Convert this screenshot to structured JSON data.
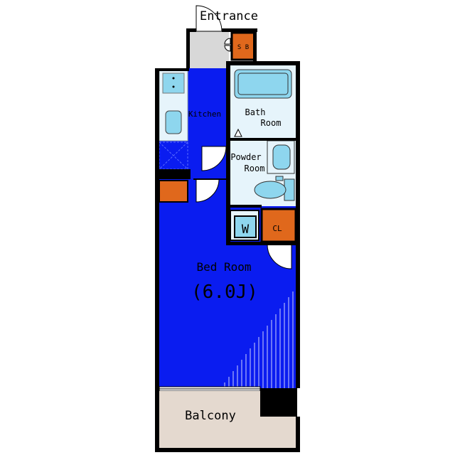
{
  "labels": {
    "entrance": "Entrance",
    "shoe_box": "S B",
    "kitchen": "Kitchen",
    "bath_line1": "Bath",
    "bath_line2": "Room",
    "powder_line1": "Powder",
    "powder_line2": "Room",
    "washer": "W",
    "closet": "CL",
    "bed_room": "Bed Room",
    "bed_size": "(6.0J)",
    "balcony": "Balcony"
  },
  "colors": {
    "living_floor": "#0a1cf0",
    "wet_area": "#e6f4fb",
    "fixture": "#8ed6ee",
    "storage": "#e0681c",
    "balcony": "#e4d9cf",
    "entrance_floor": "#d8d8d8",
    "wall": "#000000"
  }
}
